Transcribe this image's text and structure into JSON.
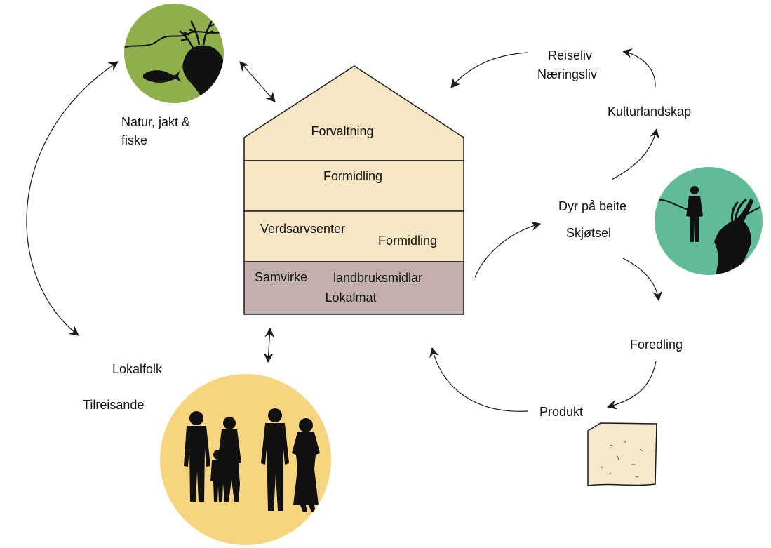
{
  "colors": {
    "house_light": "#f7e6c3",
    "house_bottom": "#c3b0ad",
    "nature_circle": "#8fae4c",
    "grazing_circle": "#5fbb98",
    "people_circle": "#f7d47e",
    "cheese": "#f4e8cd",
    "line": "#1a1a1a"
  },
  "house": {
    "roof_label": "Forvaltning",
    "level2_label": "Formidling",
    "level3_label_left": "Verdsarvsenter",
    "level3_label_right": "Formidling",
    "base_label_left": "Samvirke",
    "base_label_right": "landbruksmidlar",
    "base_label_bottom": "Lokalmat"
  },
  "nature": {
    "label": "Natur, jakt &\nfiske",
    "icons": [
      "reindeer-icon",
      "fish-icon",
      "river-icon"
    ]
  },
  "right_cycle": {
    "tourism_line1": "Reiseliv",
    "tourism_line2": "Næringsliv",
    "cultural_landscape": "Kulturlandskap",
    "grazing": "Dyr på beite",
    "care": "Skjøtsel",
    "processing": "Foredling",
    "product": "Produkt"
  },
  "grazing_icons": [
    "person-silhouette-icon",
    "goat-icon"
  ],
  "people": {
    "locals": "Lokalfolk",
    "visitors": "Tilreisande",
    "icons": [
      "family-silhouette-icon"
    ]
  },
  "product_icon": "cheese-icon"
}
